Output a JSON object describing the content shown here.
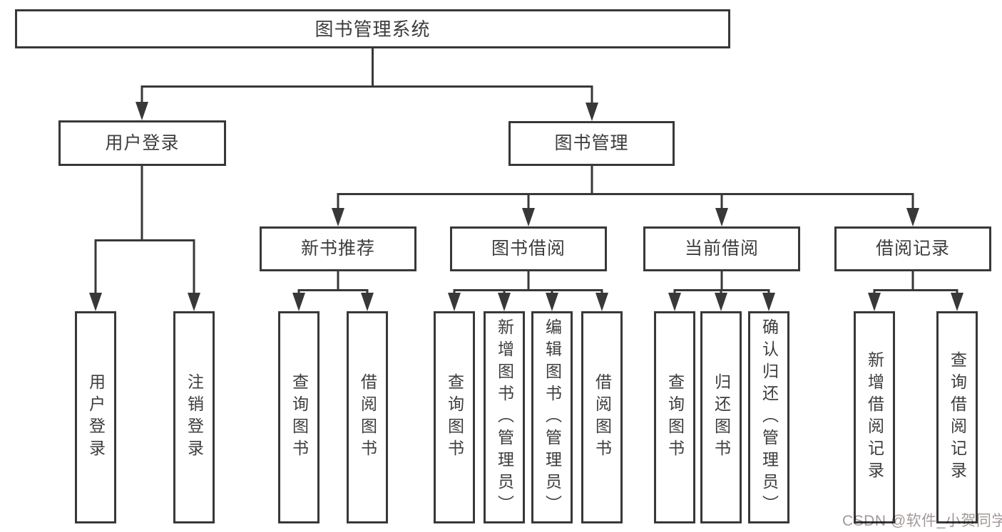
{
  "title": "图书管理系统",
  "level2": {
    "user_login": "用户登录",
    "book_management": "图书管理"
  },
  "user_login_children": [
    "用户登录",
    "注销登录"
  ],
  "modules": [
    {
      "label": "新书推荐",
      "children": [
        "查询图书",
        "借阅图书"
      ]
    },
    {
      "label": "图书借阅",
      "children": [
        "查询图书",
        "新增图书（管理员）",
        "编辑图书（管理员）",
        "借阅图书"
      ]
    },
    {
      "label": "当前借阅",
      "children": [
        "查询图书",
        "归还图书",
        "确认归还（管理员）"
      ]
    },
    {
      "label": "借阅记录",
      "children": [
        "新增借阅记录",
        "查询借阅记录"
      ]
    }
  ],
  "watermark": "CSDN @软件_小贺同学",
  "colors": {
    "line": "#383838",
    "text": "#3d3d3d",
    "watermark": "#a39899",
    "background": "#ffffff"
  }
}
